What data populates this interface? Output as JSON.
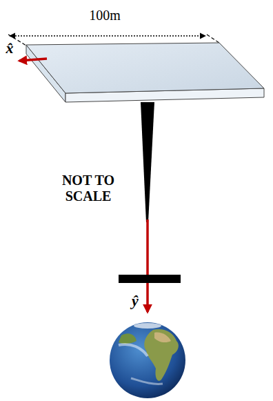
{
  "diagram": {
    "labels": [
      "100m",
      "x̂",
      "NOT TO SCALE",
      "ŷ"
    ]
  }
}
